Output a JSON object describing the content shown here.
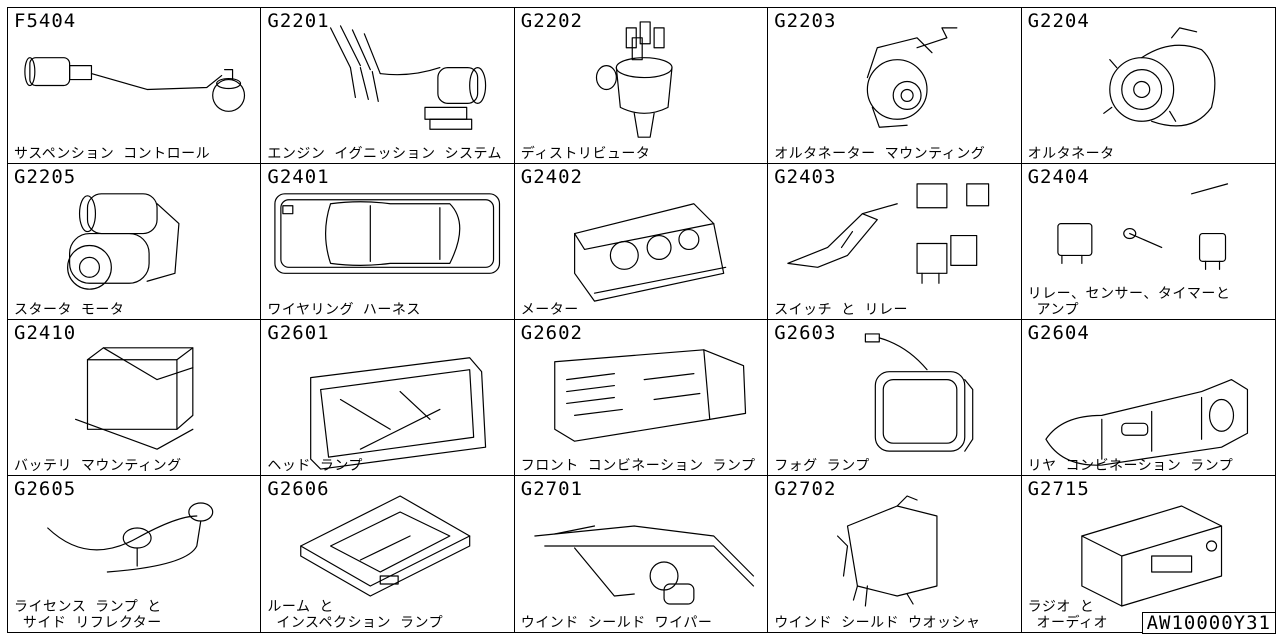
{
  "catalog": {
    "reference_code": "AW10000Y31",
    "cells": [
      {
        "code": "F5404",
        "name": "サスペンション コントロール",
        "icon": "suspension-control-icon"
      },
      {
        "code": "G2201",
        "name": "エンジン イグニッション システム",
        "icon": "ignition-system-icon"
      },
      {
        "code": "G2202",
        "name": "ディストリビュータ",
        "icon": "distributor-icon"
      },
      {
        "code": "G2203",
        "name": "オルタネーター マウンティング",
        "icon": "alternator-mounting-icon"
      },
      {
        "code": "G2204",
        "name": "オルタネータ",
        "icon": "alternator-icon"
      },
      {
        "code": "G2205",
        "name": "スタータ モータ",
        "icon": "starter-motor-icon"
      },
      {
        "code": "G2401",
        "name": "ワイヤリング ハーネス",
        "icon": "wiring-harness-icon"
      },
      {
        "code": "G2402",
        "name": "メーター",
        "icon": "meter-icon"
      },
      {
        "code": "G2403",
        "name": "スイッチ と リレー",
        "icon": "switch-relay-icon"
      },
      {
        "code": "G2404",
        "name": "リレー、センサー、タイマーと\n アンプ",
        "icon": "relay-sensor-icon"
      },
      {
        "code": "G2410",
        "name": "バッテリ マウンティング",
        "icon": "battery-icon"
      },
      {
        "code": "G2601",
        "name": "ヘッド ランプ",
        "icon": "head-lamp-icon"
      },
      {
        "code": "G2602",
        "name": "フロント コンビネーション ランプ",
        "icon": "front-combination-lamp-icon"
      },
      {
        "code": "G2603",
        "name": "フォグ ランプ",
        "icon": "fog-lamp-icon"
      },
      {
        "code": "G2604",
        "name": "リヤ コンビネーション ランプ",
        "icon": "rear-combination-lamp-icon"
      },
      {
        "code": "G2605",
        "name": "ライセンス ランプ と\n サイド リフレクター",
        "icon": "license-lamp-icon"
      },
      {
        "code": "G2606",
        "name": "ルーム と\n インスペクション ランプ",
        "icon": "room-lamp-icon"
      },
      {
        "code": "G2701",
        "name": "ウインド シールド ワイパー",
        "icon": "wiper-icon"
      },
      {
        "code": "G2702",
        "name": "ウインド シールド ウオッシャ",
        "icon": "washer-tank-icon"
      },
      {
        "code": "G2715",
        "name": "ラジオ と\n オーディオ",
        "icon": "radio-icon"
      }
    ]
  }
}
